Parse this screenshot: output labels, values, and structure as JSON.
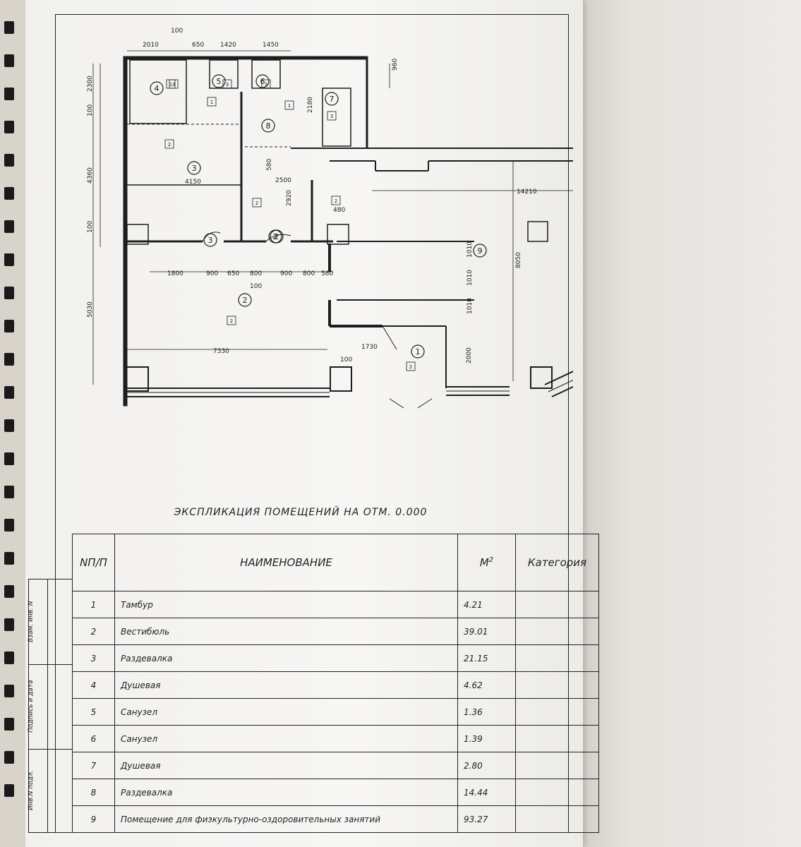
{
  "plan": {
    "dimensions": [
      "100",
      "2010",
      "650",
      "1420",
      "1450",
      "960",
      "2300",
      "100",
      "2180",
      "4150",
      "580",
      "2500",
      "4360",
      "2920",
      "14210",
      "480",
      "100",
      "1800",
      "900",
      "650",
      "800",
      "900",
      "800",
      "580",
      "1010",
      "1010",
      "1010",
      "8050",
      "100",
      "5030",
      "7330",
      "1730",
      "100",
      "2000"
    ],
    "room_markers": [
      "1",
      "2",
      "2",
      "3",
      "3",
      "2",
      "4",
      "5",
      "6",
      "7",
      "8",
      "9"
    ],
    "floor_tags": [
      "1",
      "1",
      "2",
      "2",
      "2",
      "2",
      "2",
      "2",
      "3",
      "3",
      "3",
      "3",
      "1"
    ]
  },
  "title": "ЭКСПЛИКАЦИЯ  ПОМЕЩЕНИЙ НА ОТМ. 0.000",
  "sidebar": {
    "labels": [
      "Взам. инв. N",
      "Подпись и дата",
      "Инв.N подл."
    ]
  },
  "table": {
    "headers": {
      "num": "NП/П",
      "name": "НАИМЕНОВАНИЕ",
      "area": "М",
      "area_sup": "2",
      "category": "Категория"
    },
    "rows": [
      {
        "num": "1",
        "name": "Тамбур",
        "area": "4.21",
        "category": ""
      },
      {
        "num": "2",
        "name": "Вестибюль",
        "area": "39.01",
        "category": ""
      },
      {
        "num": "3",
        "name": "Раздевалка",
        "area": "21.15",
        "category": ""
      },
      {
        "num": "4",
        "name": "Душевая",
        "area": "4.62",
        "category": ""
      },
      {
        "num": "5",
        "name": "Санузел",
        "area": "1.36",
        "category": ""
      },
      {
        "num": "6",
        "name": "Санузел",
        "area": "1.39",
        "category": ""
      },
      {
        "num": "7",
        "name": "Душевая",
        "area": "2.80",
        "category": ""
      },
      {
        "num": "8",
        "name": "Раздевалка",
        "area": "14.44",
        "category": ""
      },
      {
        "num": "9",
        "name": "Помещение для физкультурно-оздоровительных занятий",
        "area": "93.27",
        "category": ""
      }
    ]
  }
}
